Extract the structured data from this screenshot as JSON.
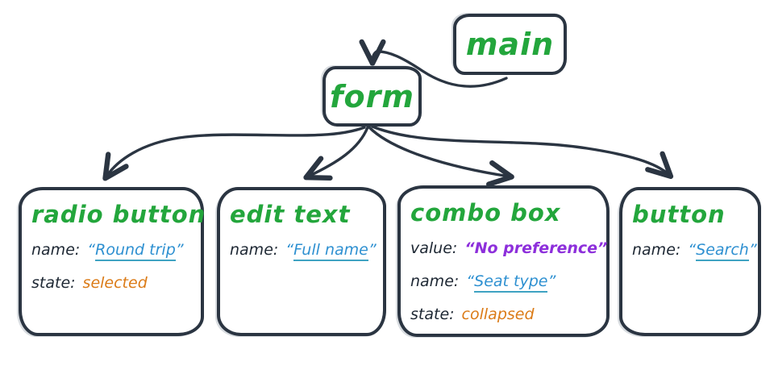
{
  "diagram": {
    "type": "ui-accessibility-tree",
    "background": "#ffffff",
    "colors": {
      "node_border": "#2b3542",
      "arrow": "#2b3542",
      "title_green": "#23a63c",
      "label_dark": "#1d2733",
      "name_blue": "#2e90d1",
      "name_underline": "#3fa3c2",
      "value_purple": "#8d2fdb",
      "state_orange": "#db7b17"
    },
    "nodes": {
      "main": {
        "title": "main"
      },
      "form": {
        "title": "form"
      },
      "radio_button": {
        "title": "radio button",
        "props": [
          {
            "label": "name:",
            "value": "Round trip",
            "kind": "name"
          },
          {
            "label": "state:",
            "value": "selected",
            "kind": "state"
          }
        ]
      },
      "edit_text": {
        "title": "edit text",
        "props": [
          {
            "label": "name:",
            "value": "Full name",
            "kind": "name"
          }
        ]
      },
      "combo_box": {
        "title": "combo box",
        "props": [
          {
            "label": "value:",
            "value": "No preference",
            "kind": "value"
          },
          {
            "label": "name:",
            "value": "Seat type",
            "kind": "name"
          },
          {
            "label": "state:",
            "value": "collapsed",
            "kind": "state"
          }
        ]
      },
      "button": {
        "title": "button",
        "props": [
          {
            "label": "name:",
            "value": "Search",
            "kind": "name"
          }
        ]
      }
    },
    "edges": [
      {
        "from": "main",
        "to": "form"
      },
      {
        "from": "form",
        "to": "radio_button"
      },
      {
        "from": "form",
        "to": "edit_text"
      },
      {
        "from": "form",
        "to": "combo_box"
      },
      {
        "from": "form",
        "to": "button"
      }
    ]
  }
}
